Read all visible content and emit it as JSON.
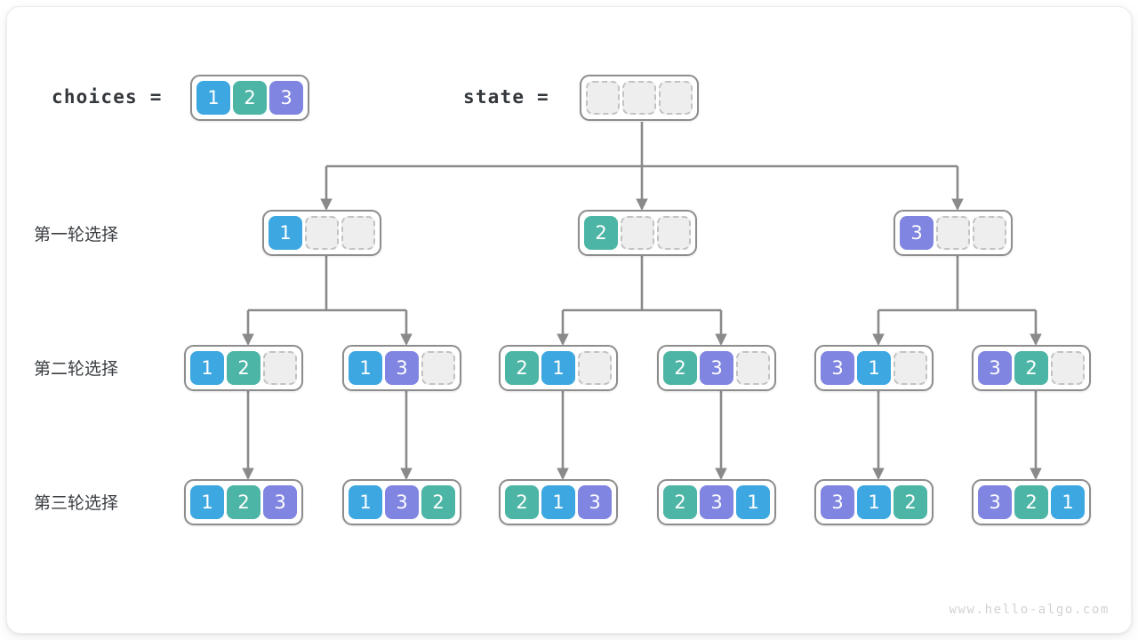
{
  "diagram": {
    "title_legend": {
      "choices_label": "choices =",
      "state_label": "state ="
    },
    "watermark": "www.hello-algo.com",
    "colors": {
      "value_1": "#3ca7e0",
      "value_2": "#4cb5a5",
      "value_3": "#7f85e0",
      "empty_fill": "#eeeeee",
      "empty_border": "#c2c2c2",
      "frame_border": "#8d8d8d",
      "connector": "#8a8a8a",
      "text": "#3a3e42"
    },
    "row_labels": [
      "第一轮选择",
      "第二轮选择",
      "第三轮选择"
    ],
    "choices_array": [
      "1",
      "2",
      "3"
    ],
    "state_array": [
      "",
      "",
      ""
    ],
    "level1": [
      {
        "cells": [
          "1",
          "",
          ""
        ]
      },
      {
        "cells": [
          "2",
          "",
          ""
        ]
      },
      {
        "cells": [
          "3",
          "",
          ""
        ]
      }
    ],
    "level2": [
      {
        "cells": [
          "1",
          "2",
          ""
        ]
      },
      {
        "cells": [
          "1",
          "3",
          ""
        ]
      },
      {
        "cells": [
          "2",
          "1",
          ""
        ]
      },
      {
        "cells": [
          "2",
          "3",
          ""
        ]
      },
      {
        "cells": [
          "3",
          "1",
          ""
        ]
      },
      {
        "cells": [
          "3",
          "2",
          ""
        ]
      }
    ],
    "level3": [
      {
        "cells": [
          "1",
          "2",
          "3"
        ]
      },
      {
        "cells": [
          "1",
          "3",
          "2"
        ]
      },
      {
        "cells": [
          "2",
          "1",
          "3"
        ]
      },
      {
        "cells": [
          "2",
          "3",
          "1"
        ]
      },
      {
        "cells": [
          "3",
          "1",
          "2"
        ]
      },
      {
        "cells": [
          "3",
          "2",
          "1"
        ]
      }
    ]
  }
}
